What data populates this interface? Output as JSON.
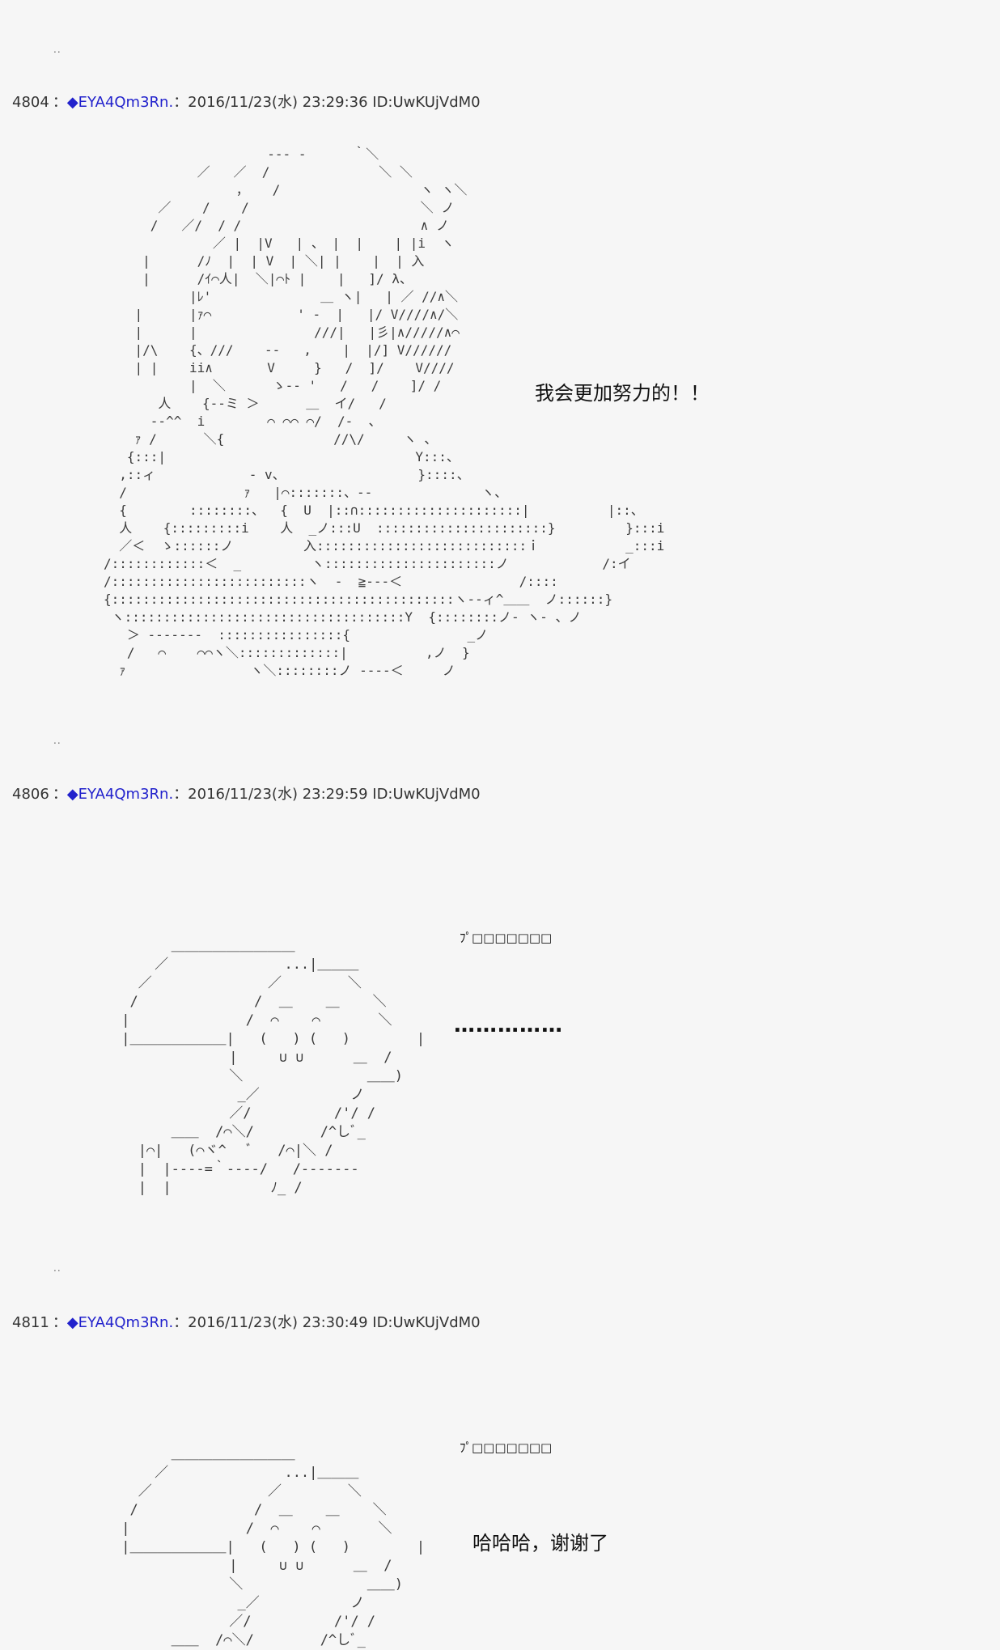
{
  "separator": "..",
  "posts": [
    {
      "number": "4804",
      "colon": "：",
      "diamond": "◆",
      "trip": "EYA4Qm3Rn.",
      "meta": "：2016/11/23(水) 23:29:36 ID:UwKUjVdM0",
      "speech": "我会更加努力的！！",
      "art": "                     ‐‐‐ ‐      ｀＼\n            ／   ／  /              ＼ ＼\n                 ，   /                  ヽ ヽ＼\n       ／    /    /                      ＼ ノ\n      /   ／/  / /                       ∧ ノ\n              ／ |  |V   | 、 |  |    | |i  ヽ\n     |      /ﾉ  |  | V  | ＼| |    |  | 入\n     |      /ｲ⌒人|  ＼|⌒ﾄ |    |   ]/ λ、\n           |ﾚ'              ＿ ヽ|   | ／ //∧＼\n    |      |ｧ⌒           ' ‐  |   |/ V////∧/＼\n    |      |               ///|   |彡|∧/////∧⌒\n    |/\\    {、///    ‐‐   ,    |  |/] V//////\n    | |    ii∧       V     }   /  ]/    V////\n           |  ＼      ゝ‐‐ '   /   /    ]/ /\n       人    {‐‐ミ ＞      ＿  イ/   /\n      ‐‐^^  i        ⌒ ⌒⌒ ⌒/  /‐  、\n    ｧ /      ＼{              //\\/     ヽ 、\n   {:::|                                Y:::、\n  ,::ィ            ‐ v、                 }::::、\n  /               ｧ   |⌒:::::::、‐‐              ヽ、\n  {        ::::::::、  {  U  |::∩:::::::::::::::::::::|          |::、\n  人    {:::::::::i    人  _ノ:::U  ::::::::::::::::::::::}         }:::i\n  ／＜  ゝ::::::ノ         入:::::::::::::::::::::::::::ｉ           _:::i\n/::::::::::::＜  _         ヽ::::::::::::::::::::::ノ            /:イ\n/:::::::::::::::::::::::::ヽ  ‐  ≧‐‐‐＜               /::::\n{::::::::::::::::::::::::::::::::::::::::::::ヽ‐‐ィ^＿＿  ノ::::::}\n ヽ::::::::::::::::::::::::::::::::::::Y  {::::::::ノ‐ ヽ‐ 、ノ\n   ＞ ‐‐‐‐‐‐‐  ::::::::::::::::{               _ノ\n   /   ⌒    ⌒⌒ヽ＼:::::::::::::|          ,ノ  }\n  ｧ                ヽ＼::::::::ノ ‐‐‐‐＜     ノ"
    },
    {
      "number": "4806",
      "colon": "：",
      "diamond": "◆",
      "trip": "EYA4Qm3Rn.",
      "meta": "：2016/11/23(水) 23:29:59 ID:UwKUjVdM0",
      "speech_top": "ﾌﾟ□□□□□□□",
      "speech": "……………",
      "art": "       ＿＿＿＿＿＿＿＿＿\n     ／              ...|＿＿＿\n   ／              ／        ＼\n  /              /  ＿    ＿    ＼\n |              /  ⌒    ⌒       ＼\n |＿＿＿＿＿＿＿|   (   ) (   )        |\n              |     ∪ ∪      ＿  /\n              ＼               ＿＿)\n               _／           ノ\n              ／/          /'/ /\n       ＿＿  /⌒＼/        /^しﾞ_\n   |⌒|   (⌒ヾ^   ﾞ   /⌒|＼ /\n   |  |‐‐‐‐=｀‐‐‐‐/   /‐‐‐‐‐‐‐\n   |  |            ﾉ_ /"
    },
    {
      "number": "4811",
      "colon": "：",
      "diamond": "◆",
      "trip": "EYA4Qm3Rn.",
      "meta": "：2016/11/23(水) 23:30:49 ID:UwKUjVdM0",
      "speech_top": "ﾌﾟ□□□□□□□",
      "speech": "哈哈哈，谢谢了",
      "art": "       ＿＿＿＿＿＿＿＿＿\n     ／              ...|＿＿＿\n   ／              ／        ＼\n  /              /  ＿    ＿    ＼\n |              /  ⌒    ⌒       ＼\n |＿＿＿＿＿＿＿|   (   ) (   )        |\n              |     ∪ ∪      ＿  /\n              ＼               ＿＿)\n               _／           ノ\n              ／/          /'/ /\n       ＿＿  /⌒＼/        /^しﾞ_"
    }
  ]
}
